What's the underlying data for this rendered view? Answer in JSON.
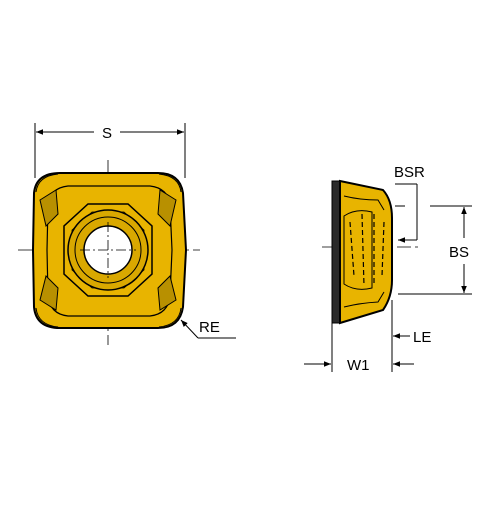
{
  "diagram": {
    "labels": {
      "s": "S",
      "re": "RE",
      "bsr": "BSR",
      "bs": "BS",
      "le": "LE",
      "w1": "W1"
    },
    "colors": {
      "insert_fill": "#e8b400",
      "outline": "#000000",
      "background": "#ffffff"
    }
  }
}
